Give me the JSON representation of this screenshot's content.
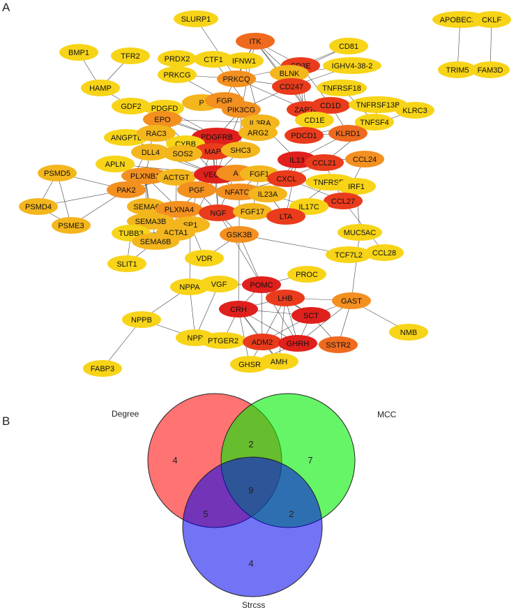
{
  "panels": {
    "a_label": "A",
    "b_label": "B"
  },
  "colors": {
    "yellow": "#f7d417",
    "gold": "#f3b61c",
    "orange": "#f39020",
    "dark_orange": "#ef6a1e",
    "red_orange": "#ea3c1c",
    "red": "#e0201c",
    "edge": "#000000"
  },
  "network": {
    "nodes": [
      {
        "id": "SLURP1",
        "label": "SLURP1",
        "color": "yellow"
      },
      {
        "id": "ITK",
        "label": "ITK",
        "color": "dark_orange"
      },
      {
        "id": "CD81",
        "label": "CD81",
        "color": "yellow"
      },
      {
        "id": "APOBEC3F",
        "label": "APOBEC3F",
        "color": "yellow"
      },
      {
        "id": "CKLF",
        "label": "CKLF",
        "color": "yellow"
      },
      {
        "id": "TRIM5",
        "label": "TRIM5",
        "color": "yellow"
      },
      {
        "id": "FAM3D",
        "label": "FAM3D",
        "color": "yellow"
      },
      {
        "id": "BMP1",
        "label": "BMP1",
        "color": "yellow"
      },
      {
        "id": "TFR2",
        "label": "TFR2",
        "color": "yellow"
      },
      {
        "id": "PRDX2",
        "label": "PRDX2",
        "color": "yellow"
      },
      {
        "id": "CTF1",
        "label": "CTF1",
        "color": "yellow"
      },
      {
        "id": "IFNW1",
        "label": "IFNW1",
        "color": "yellow"
      },
      {
        "id": "CD3E",
        "label": "CD3E",
        "color": "red_orange"
      },
      {
        "id": "IGHV4",
        "label": "IGHV4-38-2",
        "color": "yellow"
      },
      {
        "id": "PRKCG",
        "label": "PRKCG",
        "color": "yellow"
      },
      {
        "id": "BLNK",
        "label": "BLNK",
        "color": "gold"
      },
      {
        "id": "HAMP",
        "label": "HAMP",
        "color": "yellow"
      },
      {
        "id": "PRKCQ",
        "label": "PRKCQ",
        "color": "orange"
      },
      {
        "id": "CD247",
        "label": "CD247",
        "color": "red_orange"
      },
      {
        "id": "TNFRSF18",
        "label": "TNFRSF18",
        "color": "yellow"
      },
      {
        "id": "GDF2",
        "label": "GDF2",
        "color": "yellow"
      },
      {
        "id": "PDGFD",
        "label": "PDGFD",
        "color": "yellow"
      },
      {
        "id": "P",
        "label": "P",
        "color": "gold"
      },
      {
        "id": "FGR",
        "label": "FGR",
        "color": "orange"
      },
      {
        "id": "ZAP70",
        "label": "ZAP70",
        "color": "red_orange"
      },
      {
        "id": "CD1D",
        "label": "CD1D",
        "color": "red_orange"
      },
      {
        "id": "TNFRSF13B",
        "label": "TNFRSF13B",
        "color": "yellow"
      },
      {
        "id": "PIK3CG",
        "label": "PIK3CG",
        "color": "orange"
      },
      {
        "id": "EPO",
        "label": "EPO",
        "color": "orange"
      },
      {
        "id": "TNFSF4",
        "label": "TNFSF4",
        "color": "yellow"
      },
      {
        "id": "KLRC3",
        "label": "KLRC3",
        "color": "yellow"
      },
      {
        "id": "ANGPTL",
        "label": "ANGPTL",
        "color": "yellow"
      },
      {
        "id": "IL3RA",
        "label": "IL3RA",
        "color": "gold"
      },
      {
        "id": "CD1E",
        "label": "CD1E",
        "color": "yellow"
      },
      {
        "id": "RAC3",
        "label": "RAC3",
        "color": "gold"
      },
      {
        "id": "PDGFRB",
        "label": "PDGFRB",
        "color": "red"
      },
      {
        "id": "CYBB",
        "label": "CYBB",
        "color": "yellow"
      },
      {
        "id": "ARG2",
        "label": "ARG2",
        "color": "gold"
      },
      {
        "id": "PDCD1",
        "label": "PDCD1",
        "color": "red_orange"
      },
      {
        "id": "KLRD1",
        "label": "KLRD1",
        "color": "dark_orange"
      },
      {
        "id": "MAP",
        "label": "MAP",
        "color": "red_orange"
      },
      {
        "id": "DLL4",
        "label": "DLL4",
        "color": "gold"
      },
      {
        "id": "SOS2",
        "label": "SOS2",
        "color": "gold"
      },
      {
        "id": "SHC3",
        "label": "SHC3",
        "color": "gold"
      },
      {
        "id": "APLN",
        "label": "APLN",
        "color": "yellow"
      },
      {
        "id": "IL13",
        "label": "IL13",
        "color": "red"
      },
      {
        "id": "CCL21",
        "label": "CCL21",
        "color": "red_orange"
      },
      {
        "id": "CCL24",
        "label": "CCL24",
        "color": "orange"
      },
      {
        "id": "PSMD5",
        "label": "PSMD5",
        "color": "gold"
      },
      {
        "id": "PLXNB1",
        "label": "PLXNB1",
        "color": "orange"
      },
      {
        "id": "ACTG",
        "label": "ACTGT",
        "color": "gold"
      },
      {
        "id": "VEGFA",
        "label": "VEGFA",
        "color": "red"
      },
      {
        "id": "A",
        "label": "A",
        "color": "orange"
      },
      {
        "id": "FGF1",
        "label": "FGF1",
        "color": "gold"
      },
      {
        "id": "CXCL",
        "label": "CXCL",
        "color": "red_orange"
      },
      {
        "id": "TNFRSF1",
        "label": "TNFRSF1",
        "color": "yellow"
      },
      {
        "id": "IRF1",
        "label": "IRF1",
        "color": "yellow"
      },
      {
        "id": "PAK2",
        "label": "PAK2",
        "color": "orange"
      },
      {
        "id": "PGF",
        "label": "PGF",
        "color": "orange"
      },
      {
        "id": "NFATC1",
        "label": "NFATC1",
        "color": "orange"
      },
      {
        "id": "IL23A",
        "label": "IL23A",
        "color": "gold"
      },
      {
        "id": "PSMD4",
        "label": "PSMD4",
        "color": "gold"
      },
      {
        "id": "SEMA6",
        "label": "SEMA6",
        "color": "gold"
      },
      {
        "id": "CCL27",
        "label": "CCL27",
        "color": "red_orange"
      },
      {
        "id": "IL17C",
        "label": "IL17C",
        "color": "yellow"
      },
      {
        "id": "PLXNA4",
        "label": "PLXNA4",
        "color": "orange"
      },
      {
        "id": "NGF",
        "label": "NGF",
        "color": "red_orange"
      },
      {
        "id": "FGF17",
        "label": "FGF17",
        "color": "gold"
      },
      {
        "id": "LTA",
        "label": "LTA",
        "color": "red_orange"
      },
      {
        "id": "PSME3",
        "label": "PSME3",
        "color": "gold"
      },
      {
        "id": "SEMA3B",
        "label": "SEMA3B",
        "color": "gold"
      },
      {
        "id": "SP1",
        "label": "SP1",
        "color": "gold"
      },
      {
        "id": "MUC5AC",
        "label": "MUC5AC",
        "color": "yellow"
      },
      {
        "id": "TUBB3",
        "label": "TUBB3",
        "color": "yellow"
      },
      {
        "id": "ACTA1",
        "label": "ACTA1",
        "color": "gold"
      },
      {
        "id": "GSK3B",
        "label": "GSK3B",
        "color": "orange"
      },
      {
        "id": "SEMA6B",
        "label": "SEMA6B",
        "color": "gold"
      },
      {
        "id": "CCL28",
        "label": "CCL28",
        "color": "yellow"
      },
      {
        "id": "TCF7L2",
        "label": "TCF7L2",
        "color": "yellow"
      },
      {
        "id": "SLIT1",
        "label": "SLIT1",
        "color": "yellow"
      },
      {
        "id": "VDR",
        "label": "VDR",
        "color": "yellow"
      },
      {
        "id": "PROC",
        "label": "PROC",
        "color": "yellow"
      },
      {
        "id": "NPPA",
        "label": "NPPA",
        "color": "yellow"
      },
      {
        "id": "VGF",
        "label": "VGF",
        "color": "yellow"
      },
      {
        "id": "POMC",
        "label": "POMC",
        "color": "red"
      },
      {
        "id": "LHB",
        "label": "LHB",
        "color": "red_orange"
      },
      {
        "id": "GAST",
        "label": "GAST",
        "color": "orange"
      },
      {
        "id": "CRH",
        "label": "CRH",
        "color": "red"
      },
      {
        "id": "SCT",
        "label": "SCT",
        "color": "red"
      },
      {
        "id": "NPPB",
        "label": "NPPB",
        "color": "yellow"
      },
      {
        "id": "NMB",
        "label": "NMB",
        "color": "yellow"
      },
      {
        "id": "NPR",
        "label": "NPR",
        "color": "yellow"
      },
      {
        "id": "PTGER2",
        "label": "PTGER2",
        "color": "yellow"
      },
      {
        "id": "ADM2",
        "label": "ADM2",
        "color": "red_orange"
      },
      {
        "id": "GHRH",
        "label": "GHRH",
        "color": "red"
      },
      {
        "id": "SSTR2",
        "label": "SSTR2",
        "color": "dark_orange"
      },
      {
        "id": "AMH",
        "label": "AMH",
        "color": "yellow"
      },
      {
        "id": "GHSR",
        "label": "GHSR",
        "color": "yellow"
      },
      {
        "id": "FABP3",
        "label": "FABP3",
        "color": "yellow"
      }
    ],
    "edges": [
      [
        "APOBEC3F",
        "TRIM5"
      ],
      [
        "CKLF",
        "FAM3D"
      ],
      [
        "BMP1",
        "HAMP"
      ],
      [
        "TFR2",
        "HAMP"
      ],
      [
        "HAMP",
        "GDF2"
      ],
      [
        "PSMD5",
        "PSMD4"
      ],
      [
        "PSMD5",
        "PSME3"
      ],
      [
        "PSMD4",
        "PSME3"
      ],
      [
        "PSMD5",
        "PAK2"
      ],
      [
        "PSMD4",
        "PAK2"
      ],
      [
        "PSME3",
        "PAK2"
      ],
      [
        "ITK",
        "CD3E"
      ],
      [
        "ITK",
        "ZAP70"
      ],
      [
        "ITK",
        "CD247"
      ],
      [
        "ITK",
        "PRKCQ"
      ],
      [
        "ITK",
        "BLNK"
      ],
      [
        "ITK",
        "PIK3CG"
      ],
      [
        "ITK",
        "FGR"
      ],
      [
        "CD81",
        "CD3E"
      ],
      [
        "CD81",
        "BLNK"
      ],
      [
        "IGHV4",
        "BLNK"
      ],
      [
        "IGHV4",
        "CD247"
      ],
      [
        "CD3E",
        "CD247"
      ],
      [
        "CD3E",
        "ZAP70"
      ],
      [
        "CD3E",
        "PRKCQ"
      ],
      [
        "CD3E",
        "PDCD1"
      ],
      [
        "CD3E",
        "CD1D"
      ],
      [
        "CD247",
        "ZAP70"
      ],
      [
        "CD247",
        "PRKCQ"
      ],
      [
        "CD247",
        "PIK3CG"
      ],
      [
        "ZAP70",
        "PRKCQ"
      ],
      [
        "ZAP70",
        "PDCD1"
      ],
      [
        "ZAP70",
        "BLNK"
      ],
      [
        "CD1D",
        "CD1E"
      ],
      [
        "CD1D",
        "KLRD1"
      ],
      [
        "CD1D",
        "PDCD1"
      ],
      [
        "KLRD1",
        "KLRC3"
      ],
      [
        "KLRD1",
        "PDCD1"
      ],
      [
        "KLRD1",
        "IL13"
      ],
      [
        "TNFRSF18",
        "TNFSF4"
      ],
      [
        "TNFRSF13B",
        "TNFSF4"
      ],
      [
        "TNFSF4",
        "PDCD1"
      ],
      [
        "TNFSF4",
        "CCL21"
      ],
      [
        "PRKCG",
        "PIK3CG"
      ],
      [
        "PRKCG",
        "PRKCQ"
      ],
      [
        "PRDX2",
        "PRKCG"
      ],
      [
        "SLURP1",
        "PRKCQ"
      ],
      [
        "CTF1",
        "IL3RA"
      ],
      [
        "IFNW1",
        "IL3RA"
      ],
      [
        "PIK3CG",
        "PDGFRB"
      ],
      [
        "PIK3CG",
        "IL3RA"
      ],
      [
        "PIK3CG",
        "SHC3"
      ],
      [
        "PIK3CG",
        "FGR"
      ],
      [
        "PIK3CG",
        "VEGFA"
      ],
      [
        "PDGFD",
        "PDGFRB"
      ],
      [
        "GDF2",
        "PDGFRB"
      ],
      [
        "EPO",
        "PDGFRB"
      ],
      [
        "EPO",
        "VEGFA"
      ],
      [
        "EPO",
        "IL3RA"
      ],
      [
        "ANGPTL",
        "VEGFA"
      ],
      [
        "RAC3",
        "PAK2"
      ],
      [
        "RAC3",
        "SOS2"
      ],
      [
        "CYBB",
        "RAC3"
      ],
      [
        "CYBB",
        "MAP"
      ],
      [
        "PDGFRB",
        "VEGFA"
      ],
      [
        "PDGFRB",
        "PGF"
      ],
      [
        "PDGFRB",
        "SHC3"
      ],
      [
        "PDGFRB",
        "SOS2"
      ],
      [
        "PDGFRB",
        "MAP"
      ],
      [
        "MAP",
        "SHC3"
      ],
      [
        "MAP",
        "VEGFA"
      ],
      [
        "MAP",
        "NGF"
      ],
      [
        "MAP",
        "SOS2"
      ],
      [
        "SHC3",
        "SOS2"
      ],
      [
        "SHC3",
        "VEGFA"
      ],
      [
        "DLL4",
        "VEGFA"
      ],
      [
        "DLL4",
        "PLXNB1"
      ],
      [
        "APLN",
        "VEGFA"
      ],
      [
        "IL13",
        "CCL24"
      ],
      [
        "IL13",
        "IL3RA"
      ],
      [
        "IL13",
        "CXCL"
      ],
      [
        "IL13",
        "CCL21"
      ],
      [
        "IL13",
        "IL23A"
      ],
      [
        "IL13",
        "LTA"
      ],
      [
        "CCL21",
        "CCL27"
      ],
      [
        "CCL21",
        "CXCL"
      ],
      [
        "CCL24",
        "CCL27"
      ],
      [
        "CCL27",
        "CXCL"
      ],
      [
        "CCL27",
        "LTA"
      ],
      [
        "CCL27",
        "CCL28"
      ],
      [
        "CXCL",
        "IRF1"
      ],
      [
        "CXCL",
        "IL23A"
      ],
      [
        "CXCL",
        "NFATC1"
      ],
      [
        "TNFRSF1",
        "LTA"
      ],
      [
        "TNFRSF1",
        "CXCL"
      ],
      [
        "IRF1",
        "MUC5AC"
      ],
      [
        "IL17C",
        "IL23A"
      ],
      [
        "PLXNB1",
        "SEMA6"
      ],
      [
        "PLXNB1",
        "SEMA3B"
      ],
      [
        "PLXNB1",
        "PAK2"
      ],
      [
        "PLXNB1",
        "PLXNA4"
      ],
      [
        "PLXNB1",
        "SEMA6B"
      ],
      [
        "PLXNA4",
        "SEMA6"
      ],
      [
        "PLXNA4",
        "SEMA3B"
      ],
      [
        "PLXNA4",
        "SEMA6B"
      ],
      [
        "PLXNA4",
        "NGF"
      ],
      [
        "PLXNA4",
        "VEGFA"
      ],
      [
        "ACTG",
        "ACTA1"
      ],
      [
        "ACTG",
        "PAK2"
      ],
      [
        "ACTG",
        "VEGFA"
      ],
      [
        "TUBB3",
        "ACTA1"
      ],
      [
        "TUBB3",
        "SEMA6B"
      ],
      [
        "SLIT1",
        "SEMA6B"
      ],
      [
        "SLIT1",
        "TUBB3"
      ],
      [
        "VEGFA",
        "PGF"
      ],
      [
        "VEGFA",
        "NGF"
      ],
      [
        "VEGFA",
        "A"
      ],
      [
        "VEGFA",
        "FGF1"
      ],
      [
        "VEGFA",
        "NFATC1"
      ],
      [
        "VEGFA",
        "SP1"
      ],
      [
        "A",
        "FGF1"
      ],
      [
        "A",
        "NGF"
      ],
      [
        "FGF1",
        "FGF17"
      ],
      [
        "FGF1",
        "NFATC1"
      ],
      [
        "FGF17",
        "NGF"
      ],
      [
        "NGF",
        "GSK3B"
      ],
      [
        "NGF",
        "LTA"
      ],
      [
        "NGF",
        "POMC"
      ],
      [
        "NGF",
        "SP1"
      ],
      [
        "PGF",
        "NGF"
      ],
      [
        "PGF",
        "SP1"
      ],
      [
        "GSK3B",
        "NFATC1"
      ],
      [
        "GSK3B",
        "TCF7L2"
      ],
      [
        "GSK3B",
        "POMC"
      ],
      [
        "GSK3B",
        "VDR"
      ],
      [
        "GSK3B",
        "CRH"
      ],
      [
        "NFATC1",
        "IL23A"
      ],
      [
        "IL23A",
        "LTA"
      ],
      [
        "SP1",
        "VDR"
      ],
      [
        "SP1",
        "NPPA"
      ],
      [
        "MUC5AC",
        "GAST"
      ],
      [
        "GAST",
        "NMB"
      ],
      [
        "GAST",
        "SSTR2"
      ],
      [
        "GAST",
        "LHB"
      ],
      [
        "GAST",
        "SCT"
      ],
      [
        "GAST",
        "GHRH"
      ],
      [
        "POMC",
        "CRH"
      ],
      [
        "POMC",
        "LHB"
      ],
      [
        "POMC",
        "SCT"
      ],
      [
        "POMC",
        "GHRH"
      ],
      [
        "POMC",
        "ADM2"
      ],
      [
        "POMC",
        "VGF"
      ],
      [
        "POMC",
        "PROC"
      ],
      [
        "CRH",
        "LHB"
      ],
      [
        "CRH",
        "ADM2"
      ],
      [
        "CRH",
        "GHRH"
      ],
      [
        "CRH",
        "PTGER2"
      ],
      [
        "CRH",
        "GHSR"
      ],
      [
        "CRH",
        "AMH"
      ],
      [
        "CRH",
        "SCT"
      ],
      [
        "LHB",
        "SCT"
      ],
      [
        "LHB",
        "GHRH"
      ],
      [
        "LHB",
        "ADM2"
      ],
      [
        "LHB",
        "AMH"
      ],
      [
        "SCT",
        "GHRH"
      ],
      [
        "SCT",
        "SSTR2"
      ],
      [
        "SCT",
        "ADM2"
      ],
      [
        "GHRH",
        "ADM2"
      ],
      [
        "GHRH",
        "SSTR2"
      ],
      [
        "GHRH",
        "GHSR"
      ],
      [
        "ADM2",
        "GHSR"
      ],
      [
        "ADM2",
        "PTGER2"
      ],
      [
        "ADM2",
        "AMH"
      ],
      [
        "NPPA",
        "NPR"
      ],
      [
        "NPPA",
        "NPPB"
      ],
      [
        "NPPA",
        "VGF"
      ],
      [
        "NPPB",
        "NPR"
      ],
      [
        "NPPB",
        "FABP3"
      ],
      [
        "NPR",
        "PTGER2"
      ],
      [
        "NPR",
        "ADM2"
      ],
      [
        "VGF",
        "NPR"
      ]
    ]
  },
  "venn": {
    "sets": [
      {
        "name": "Degree",
        "color": "#ff0000"
      },
      {
        "name": "MCC",
        "color": "#00ee00"
      },
      {
        "name": "Strcss",
        "color": "#0000ee"
      }
    ],
    "regions": {
      "degree_only": "4",
      "mcc_only": "7",
      "stress_only": "4",
      "degree_mcc": "2",
      "degree_stress": "5",
      "mcc_stress": "2",
      "all_three": "9"
    }
  }
}
